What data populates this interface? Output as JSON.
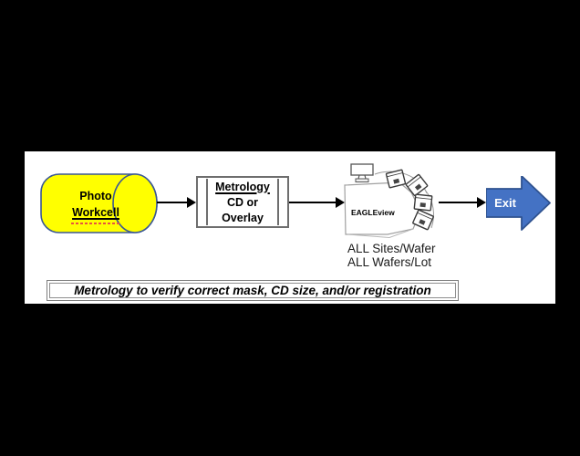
{
  "flow": {
    "photo_workcell": {
      "line1": "Photo",
      "line2": "Workcell"
    },
    "metrology": {
      "title": "Metrology",
      "line2": "CD or",
      "line3": "Overlay"
    },
    "eagleview": {
      "label": "EAGLEview",
      "note1": "ALL Sites/Wafer",
      "note2": "ALL Wafers/Lot"
    },
    "exit_label": "Exit",
    "caption": "Metrology to verify correct mask, CD size, and/or registration"
  },
  "colors": {
    "background": "#000000",
    "panel": "#ffffff",
    "cylinder_fill": "#ffff00",
    "cylinder_stroke": "#3a5795",
    "exit_fill": "#4472c4",
    "exit_stroke": "#2f528f",
    "box_border": "#6e6e6e",
    "caption_border": "#8f8f8f",
    "arrow": "#000000",
    "spellcheck_underline": "#e8543f",
    "machine_outline": "#a0a0a0",
    "cassette_outline": "#3a3a3a"
  }
}
